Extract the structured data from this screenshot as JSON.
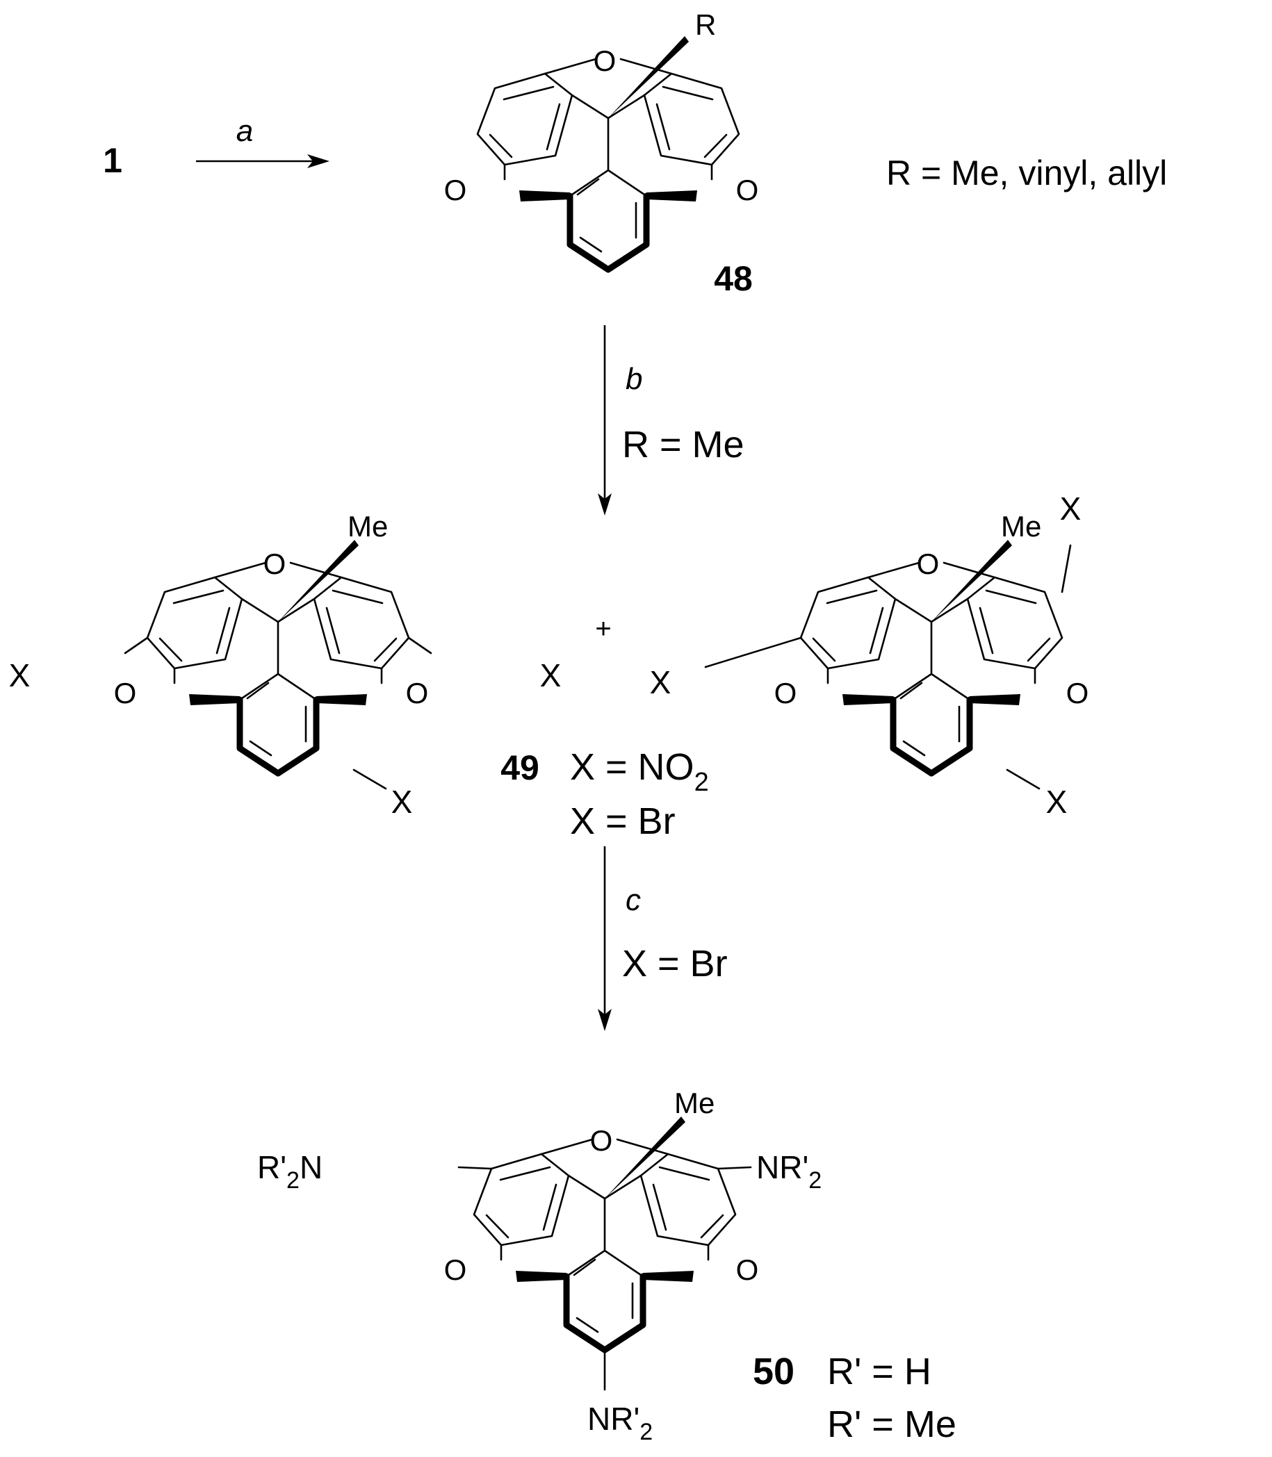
{
  "scheme": {
    "start_compound": "1",
    "step_a": {
      "reagent": "a"
    },
    "compound_48": {
      "label": "48",
      "substituent": "R",
      "condition": "R = Me, vinyl, allyl",
      "atom_O": "O"
    },
    "step_b": {
      "reagent": "b",
      "condition": "R = Me"
    },
    "compound_49": {
      "label": "49",
      "plus": "+",
      "methyl": "Me",
      "substituent": "X",
      "cond_nitro_prefix": "X = NO",
      "cond_nitro_sub": "2",
      "cond_bromo": "X = Br"
    },
    "step_c": {
      "reagent": "c",
      "condition": "X = Br"
    },
    "compound_50": {
      "label": "50",
      "methyl": "Me",
      "amine_left_prefix": "R'",
      "amine_left_sub": "2",
      "amine_left_suffix": "N",
      "amine_prefix": "NR'",
      "amine_sub": "2",
      "cond_H": "R' = H",
      "cond_Me": "R' = Me"
    }
  }
}
